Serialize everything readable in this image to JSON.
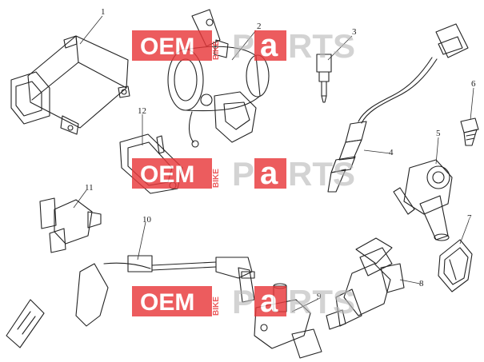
{
  "callouts": [
    {
      "id": "1",
      "label": "1"
    },
    {
      "id": "2",
      "label": "2"
    },
    {
      "id": "3",
      "label": "3"
    },
    {
      "id": "4",
      "label": "4"
    },
    {
      "id": "5",
      "label": "5"
    },
    {
      "id": "6",
      "label": "6"
    },
    {
      "id": "7",
      "label": "7"
    },
    {
      "id": "8",
      "label": "8"
    },
    {
      "id": "9",
      "label": "9"
    },
    {
      "id": "10",
      "label": "10"
    },
    {
      "id": "11",
      "label": "11"
    },
    {
      "id": "12",
      "label": "12"
    }
  ],
  "watermark": {
    "oem": "OEM",
    "bike": "BIKE",
    "p": "P",
    "a": "a",
    "rts": "RTS"
  },
  "colors": {
    "watermark_red": "#e8393b",
    "watermark_gray": "#bdbdbd",
    "line": "#222222"
  }
}
